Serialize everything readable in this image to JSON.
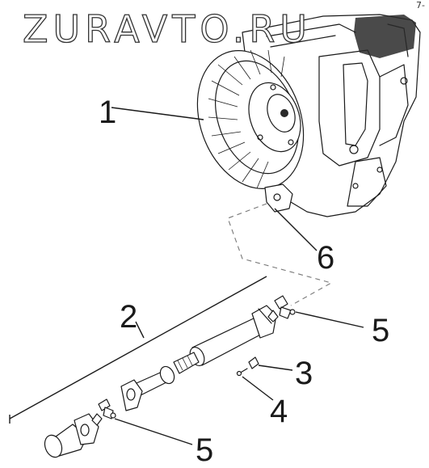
{
  "watermark": "ZURAVTO.RU",
  "corner_mark": "7-",
  "callouts": [
    {
      "id": "1",
      "label": "1"
    },
    {
      "id": "2",
      "label": "2"
    },
    {
      "id": "3",
      "label": "3"
    },
    {
      "id": "4",
      "label": "4"
    },
    {
      "id": "5a",
      "label": "5"
    },
    {
      "id": "5b",
      "label": "5"
    },
    {
      "id": "6",
      "label": "6"
    }
  ]
}
